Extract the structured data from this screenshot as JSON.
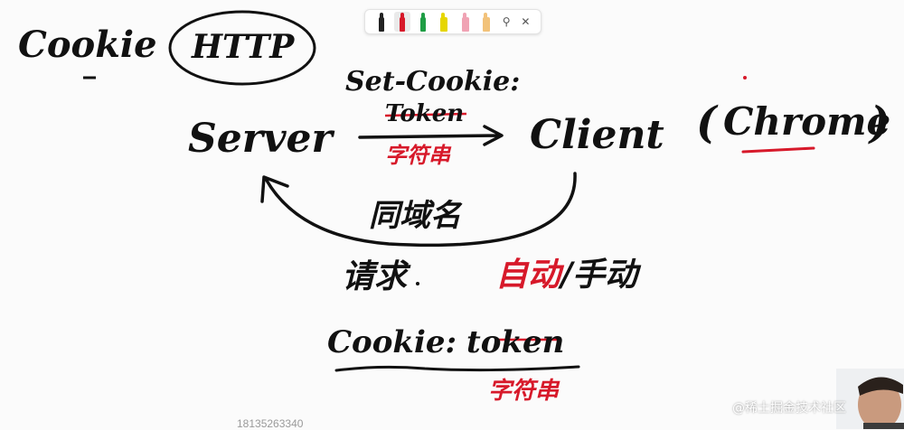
{
  "notes": {
    "cookie_title": "Cookie",
    "http_label": "HTTP",
    "set_cookie": "Set-Cookie:",
    "token_top": "Token",
    "server": "Server",
    "client": "Client",
    "chrome": "Chrome",
    "string_top": "字符串",
    "domain_name": "同域名",
    "request": "请求",
    "auto": "自动",
    "manual": "/手动",
    "cookie_header": "Cookie:",
    "token_bottom": "token",
    "string_bottom": "字符串"
  },
  "toolbar": {
    "tools": [
      {
        "name": "black-pen-icon",
        "color": "#222222"
      },
      {
        "name": "red-pen-icon",
        "color": "#d7192a",
        "active": true
      },
      {
        "name": "green-pen-icon",
        "color": "#1f9d45"
      },
      {
        "name": "yellow-highlighter-icon",
        "color": "#e6d600"
      },
      {
        "name": "pink-highlighter-icon",
        "color": "#f0a3b4"
      },
      {
        "name": "orange-highlighter-icon",
        "color": "#f2c27a"
      }
    ],
    "zoom_icon": "⚲",
    "close_icon": "✕"
  },
  "footer": {
    "phone_number": "18135263340",
    "watermark": "@稀土掘金技术社区"
  }
}
